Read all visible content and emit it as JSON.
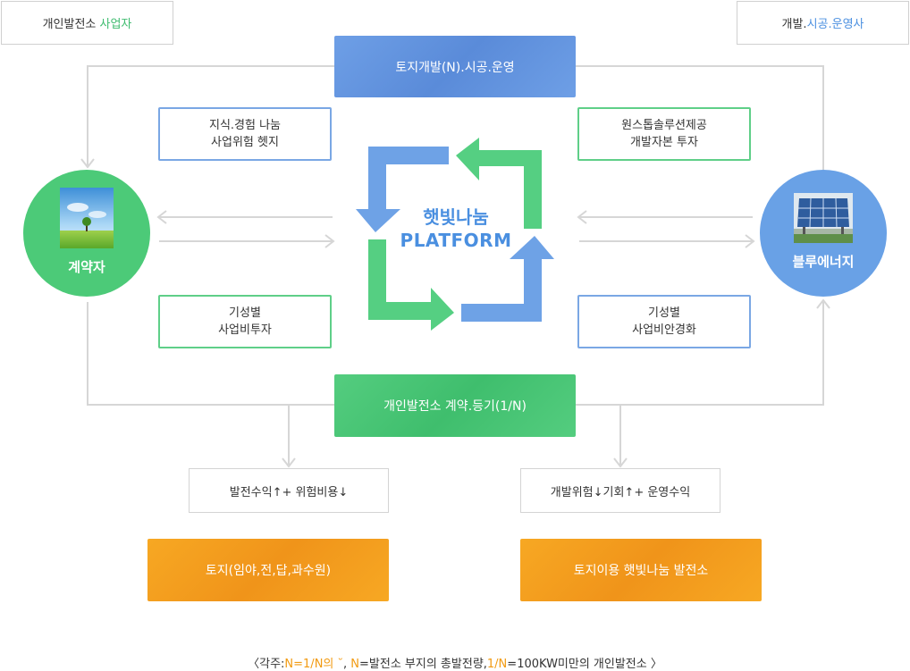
{
  "corners": {
    "left": {
      "prefix": "개인발전소 ",
      "highlight": "사업자"
    },
    "right": {
      "prefix": "개발.",
      "highlight": "시공.운영사"
    }
  },
  "top_banner": "토지개발(N).시공.운영",
  "bottom_banner": "개인발전소 계약.등기(1/N)",
  "notes": {
    "top_left": [
      "지식.경험 나눔",
      "사업위험 헷지"
    ],
    "top_right": [
      "원스톱솔루션제공",
      "개발자본 투자"
    ],
    "bottom_left": [
      "기성별",
      "사업비투자"
    ],
    "bottom_right": [
      "기성별",
      "사업비안경화"
    ]
  },
  "left_circle": {
    "label": "계약자",
    "icon": "landscape-icon",
    "color": "#4cca78"
  },
  "right_circle": {
    "label": "블루에너지",
    "icon": "solar-panel-icon",
    "color": "#69a1e6"
  },
  "platform": {
    "line1": "햇빛나눔",
    "line2": "PLATFORM",
    "color": "#4a8fe0"
  },
  "outcomes": {
    "left": "발전수익↑+ 위험비용↓",
    "right": "개발위험↓기회↑+ 운영수익"
  },
  "results": {
    "left": "토지(임야,전,답,과수원)",
    "right": "토지이용 햇빛나눔 발전소"
  },
  "footnote": {
    "open": "〈각주:",
    "n1": "N=1/N의 ˘",
    "mid1": ", ",
    "n2": "N",
    "mid2": "=발전소 부지의 총발전량,",
    "n3": "1/N",
    "end": "=100KW미만의 개인발전소 〉"
  },
  "colors": {
    "blue": "#6e9fe6",
    "green": "#4cca78",
    "orange": "#f29b12"
  }
}
